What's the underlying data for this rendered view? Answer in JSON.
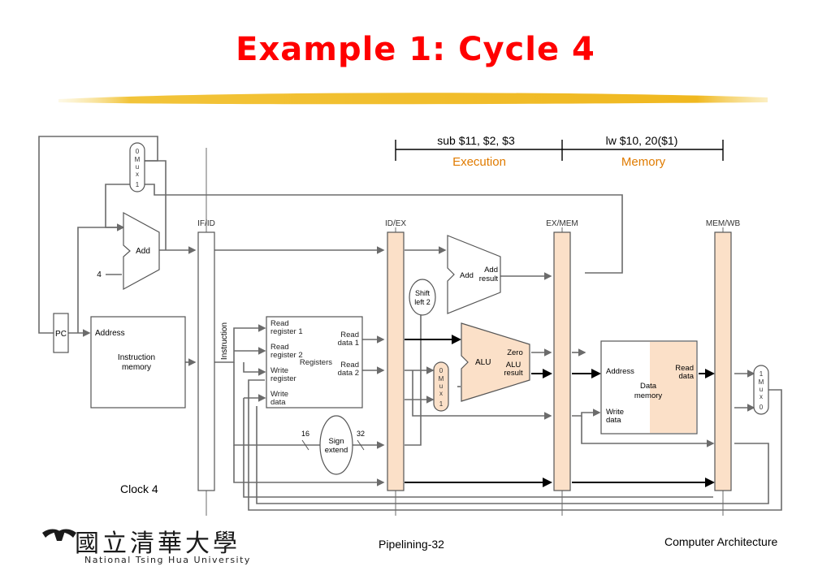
{
  "title": "Example 1: Cycle 4",
  "stage_instructions": {
    "ex": {
      "instr": "sub $11, $2, $3",
      "stage": "Execution"
    },
    "mem": {
      "instr": "lw $10, 20($1)",
      "stage": "Memory"
    }
  },
  "pipeline_registers": [
    "IF/ID",
    "ID/EX",
    "EX/MEM",
    "MEM/WB"
  ],
  "components": {
    "pc": "PC",
    "mux_top": [
      "0",
      "M",
      "u",
      "x",
      "1"
    ],
    "mux_alu": [
      "0",
      "M",
      "u",
      "x",
      "1"
    ],
    "mux_wb": [
      "1",
      "M",
      "u",
      "x",
      "0"
    ],
    "add1": "Add",
    "const4": "4",
    "add2": "Add",
    "add2_result": [
      "Add",
      "result"
    ],
    "shift": [
      "Shift",
      "left 2"
    ],
    "imem_address": "Address",
    "imem_label": [
      "Instruction",
      "memory"
    ],
    "instruction_label": "Instruction",
    "registers": {
      "read_reg1": [
        "Read",
        "register 1"
      ],
      "read_reg2": [
        "Read",
        "register 2"
      ],
      "write_reg": [
        "Write",
        "register"
      ],
      "write_data": [
        "Write",
        "data"
      ],
      "read_data1": [
        "Read",
        "data 1"
      ],
      "read_data2": [
        "Read",
        "data 2"
      ],
      "name": "Registers"
    },
    "sign_extend": [
      "Sign",
      "extend"
    ],
    "bits_16": "16",
    "bits_32": "32",
    "alu": "ALU",
    "zero": "Zero",
    "alu_result": [
      "ALU",
      "result"
    ],
    "dmem_address": "Address",
    "dmem_read": [
      "Read",
      "data"
    ],
    "dmem_label": [
      "Data",
      "memory"
    ],
    "dmem_write": [
      "Write",
      "data"
    ]
  },
  "clock": "Clock 4",
  "footer": {
    "university_zh": "國立清華大學",
    "university_en": "National Tsing Hua University",
    "page": "Pipelining-32",
    "course": "Computer Architecture"
  },
  "colors": {
    "title": "#ff0000",
    "stage_text": "#e07b00",
    "highlight": "#fbe0c8",
    "wire": "#6b6b6b"
  }
}
